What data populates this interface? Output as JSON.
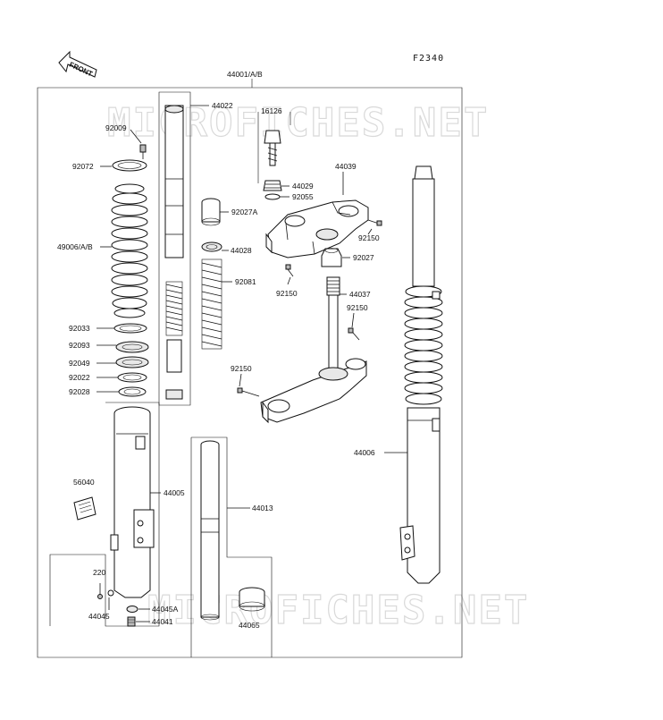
{
  "diagram": {
    "code": "F2340",
    "front_label": "FRONT",
    "watermark": "MICROFICHES.NET",
    "labels": {
      "p44001": "44001/A/B",
      "p44022": "44022",
      "p16126": "16126",
      "p92009": "92009",
      "p92072": "92072",
      "p44029": "44029",
      "p92055": "92055",
      "p44039": "44039",
      "p92027A": "92027A",
      "p49006": "49006/A/B",
      "p44028": "44028",
      "p92150a": "92150",
      "p92027": "92027",
      "p92081": "92081",
      "p92150b": "92150",
      "p44037": "44037",
      "p92033": "92033",
      "p92150c": "92150",
      "p92093": "92093",
      "p92049": "92049",
      "p92022": "92022",
      "p92150d": "92150",
      "p92028": "92028",
      "p44006": "44006",
      "p56040": "56040",
      "p44005": "44005",
      "p44013": "44013",
      "p220": "220",
      "p44045A": "44045A",
      "p44045": "44045",
      "p44041": "44041",
      "p44065": "44065"
    }
  }
}
